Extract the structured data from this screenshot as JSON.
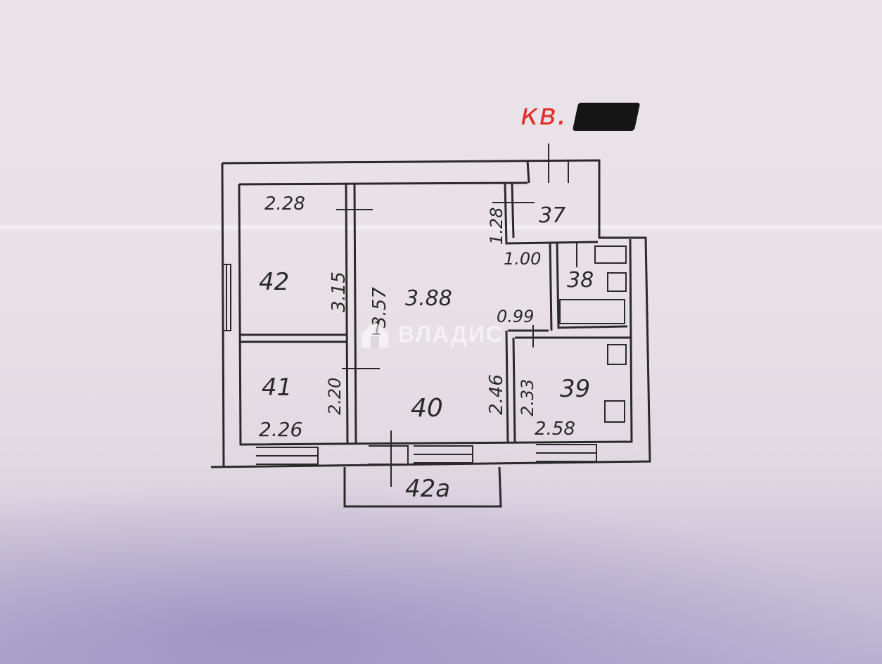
{
  "apartment_label": "кв.",
  "watermark": {
    "text": "ВЛАДИС",
    "icon": "house-logo-icon"
  },
  "rooms": {
    "r42": "42",
    "r41": "41",
    "r40": "40",
    "r39": "39",
    "r38": "38",
    "r37": "37",
    "r42a": "42а"
  },
  "dimensions": {
    "d228": "2.28",
    "d315": "3.15",
    "d357": "3.57",
    "d388": "3.88",
    "d128": "1.28",
    "d100": "1.00",
    "d099": "0.99",
    "d220": "2.20",
    "d246": "2.46",
    "d233": "2.33",
    "d226": "2.26",
    "d258": "2.58",
    "d1": "1"
  },
  "colors": {
    "ink": "#2a2a2a",
    "annotation": "#e0302a"
  }
}
